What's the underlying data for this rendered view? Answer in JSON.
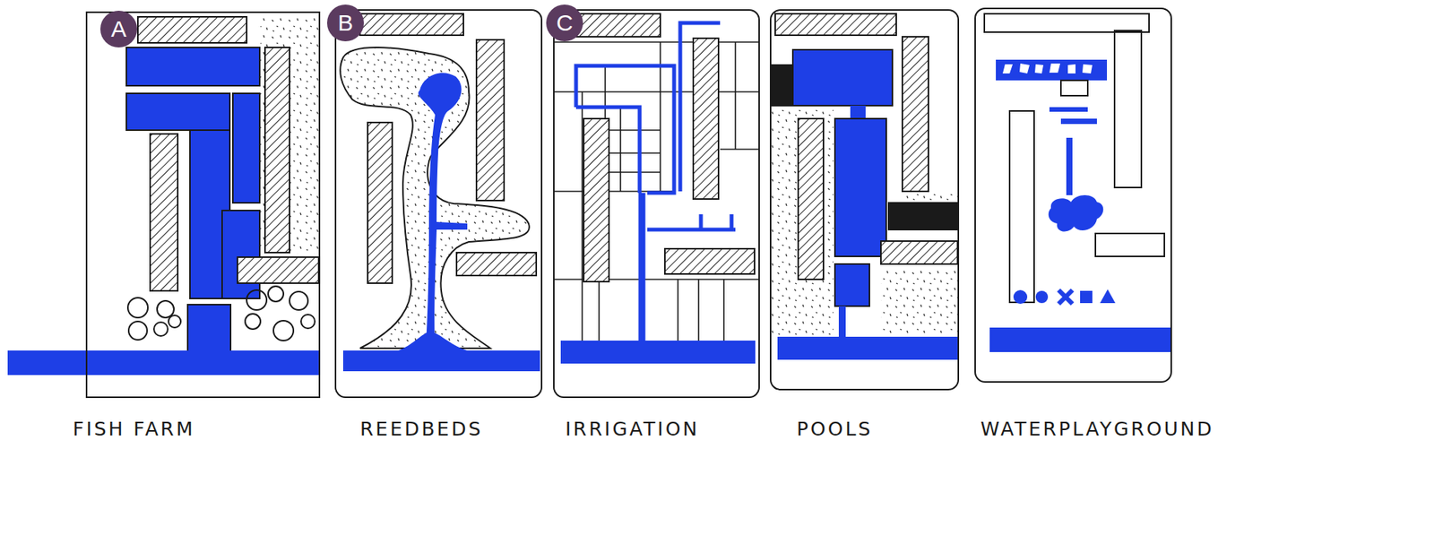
{
  "diagram": {
    "nodes": [
      {
        "text": [
          "FISH FARM"
        ]
      },
      {
        "text": [
          "A"
        ],
        "in": 0
      },
      {
        "text": [
          "REEDBEDS"
        ]
      },
      {
        "text": [
          "B"
        ],
        "in": 2
      },
      {
        "text": [
          "IRRIGATION"
        ]
      },
      {
        "text": [
          "C"
        ],
        "in": 4
      },
      {
        "text": [
          "POOLS"
        ]
      },
      {
        "text": [
          "WATERPLAYGROUND"
        ]
      }
    ]
  }
}
